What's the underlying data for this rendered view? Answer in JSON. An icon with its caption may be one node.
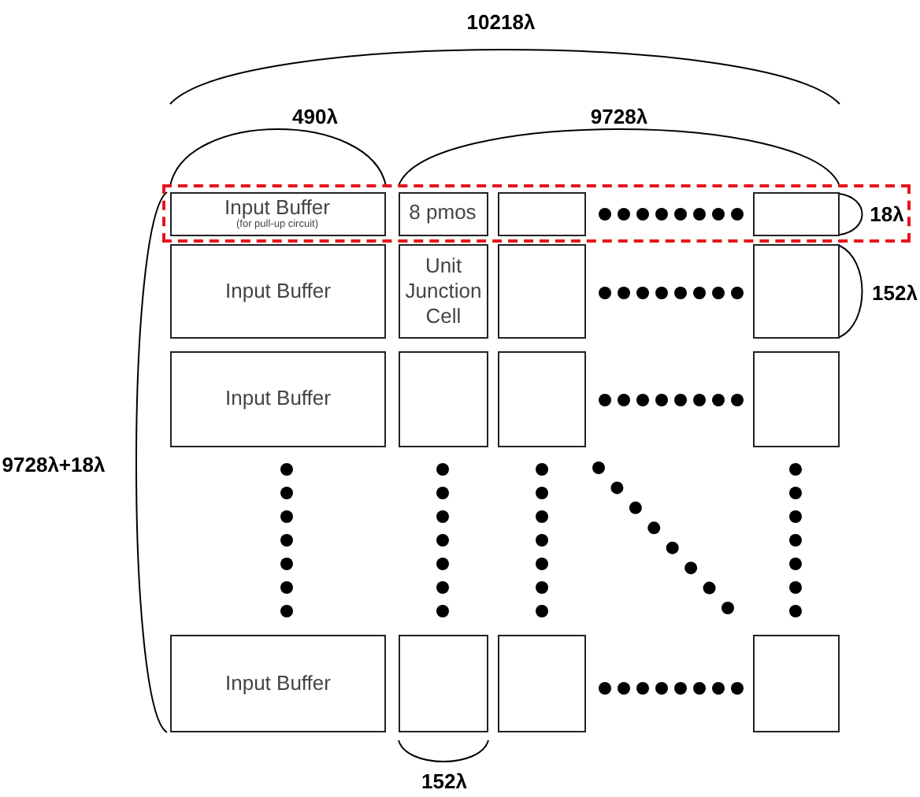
{
  "diagram": {
    "nodes": [
      {
        "text": [],
        "shape": "box"
      },
      {
        "text": [
          "Input Buffer",
          "(for pull-up circuit)"
        ],
        "in": 0
      },
      {
        "text": [
          "8 pmos"
        ],
        "in": 0
      },
      {
        "text": [],
        "shape": "box",
        "in": 0
      },
      {
        "text": [],
        "shape": "box",
        "in": 0
      },
      {
        "text": [
          "Input Buffer"
        ]
      },
      {
        "text": [
          "Unit Junction Cell"
        ]
      },
      {
        "text": [],
        "shape": "box"
      },
      {
        "text": [],
        "shape": "box"
      },
      {
        "text": [
          "Input Buffer"
        ]
      },
      {
        "text": [],
        "shape": "box"
      },
      {
        "text": [],
        "shape": "box"
      },
      {
        "text": [],
        "shape": "box"
      },
      {
        "text": [
          "Input Buffer"
        ]
      },
      {
        "text": [],
        "shape": "box"
      },
      {
        "text": [],
        "shape": "box"
      },
      {
        "text": [],
        "shape": "box"
      }
    ],
    "labels": [
      "10218λ",
      "490λ",
      "9728λ",
      "18λ",
      "152λ",
      "9728λ+18λ",
      "152λ"
    ]
  }
}
